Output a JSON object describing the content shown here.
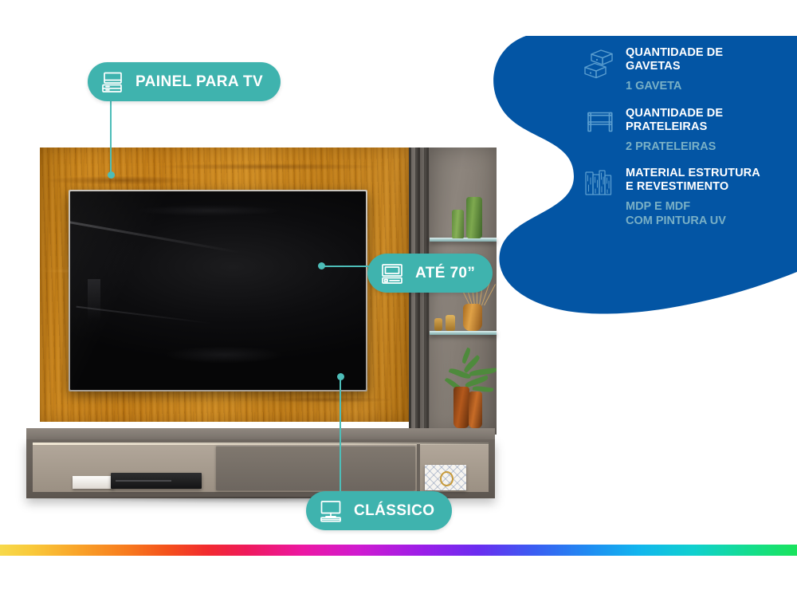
{
  "colors": {
    "blue_panel": "#0355A4",
    "teal_badge": "#3FB3AE",
    "connector": "#4DBDB8",
    "feature_title": "#FFFFFF",
    "feature_value": "#79B0C6",
    "background": "#FFFFFF"
  },
  "badges": [
    {
      "id": "painel",
      "label": "PAINEL PARA TV",
      "icon": "tv-panel-icon"
    },
    {
      "id": "ate70",
      "label": "ATÉ 70”",
      "icon": "tv-stand-icon"
    },
    {
      "id": "classico",
      "label": "CLÁSSICO",
      "icon": "tv-monitor-icon"
    }
  ],
  "features": [
    {
      "id": "gavetas",
      "icon": "drawers-icon",
      "title": "QUANTIDADE DE\nGAVETAS",
      "value": "1 GAVETA"
    },
    {
      "id": "prateleiras",
      "icon": "shelf-icon",
      "title": "QUANTIDADE DE\nPRATELEIRAS",
      "value": "2 PRATELEIRAS"
    },
    {
      "id": "material",
      "icon": "wood-panels-icon",
      "title": "MATERIAL ESTRUTURA\nE REVESTIMENTO",
      "value": "MDP E MDF\nCOM PINTURA UV"
    }
  ],
  "product": {
    "name": "painel-para-tv",
    "panel_finish": "wood",
    "side_column_finish": "gray-slats",
    "glass_shelves": 2,
    "drawer_count": 1
  },
  "footer": {
    "rainbow_bar": "gradient-rainbow"
  }
}
